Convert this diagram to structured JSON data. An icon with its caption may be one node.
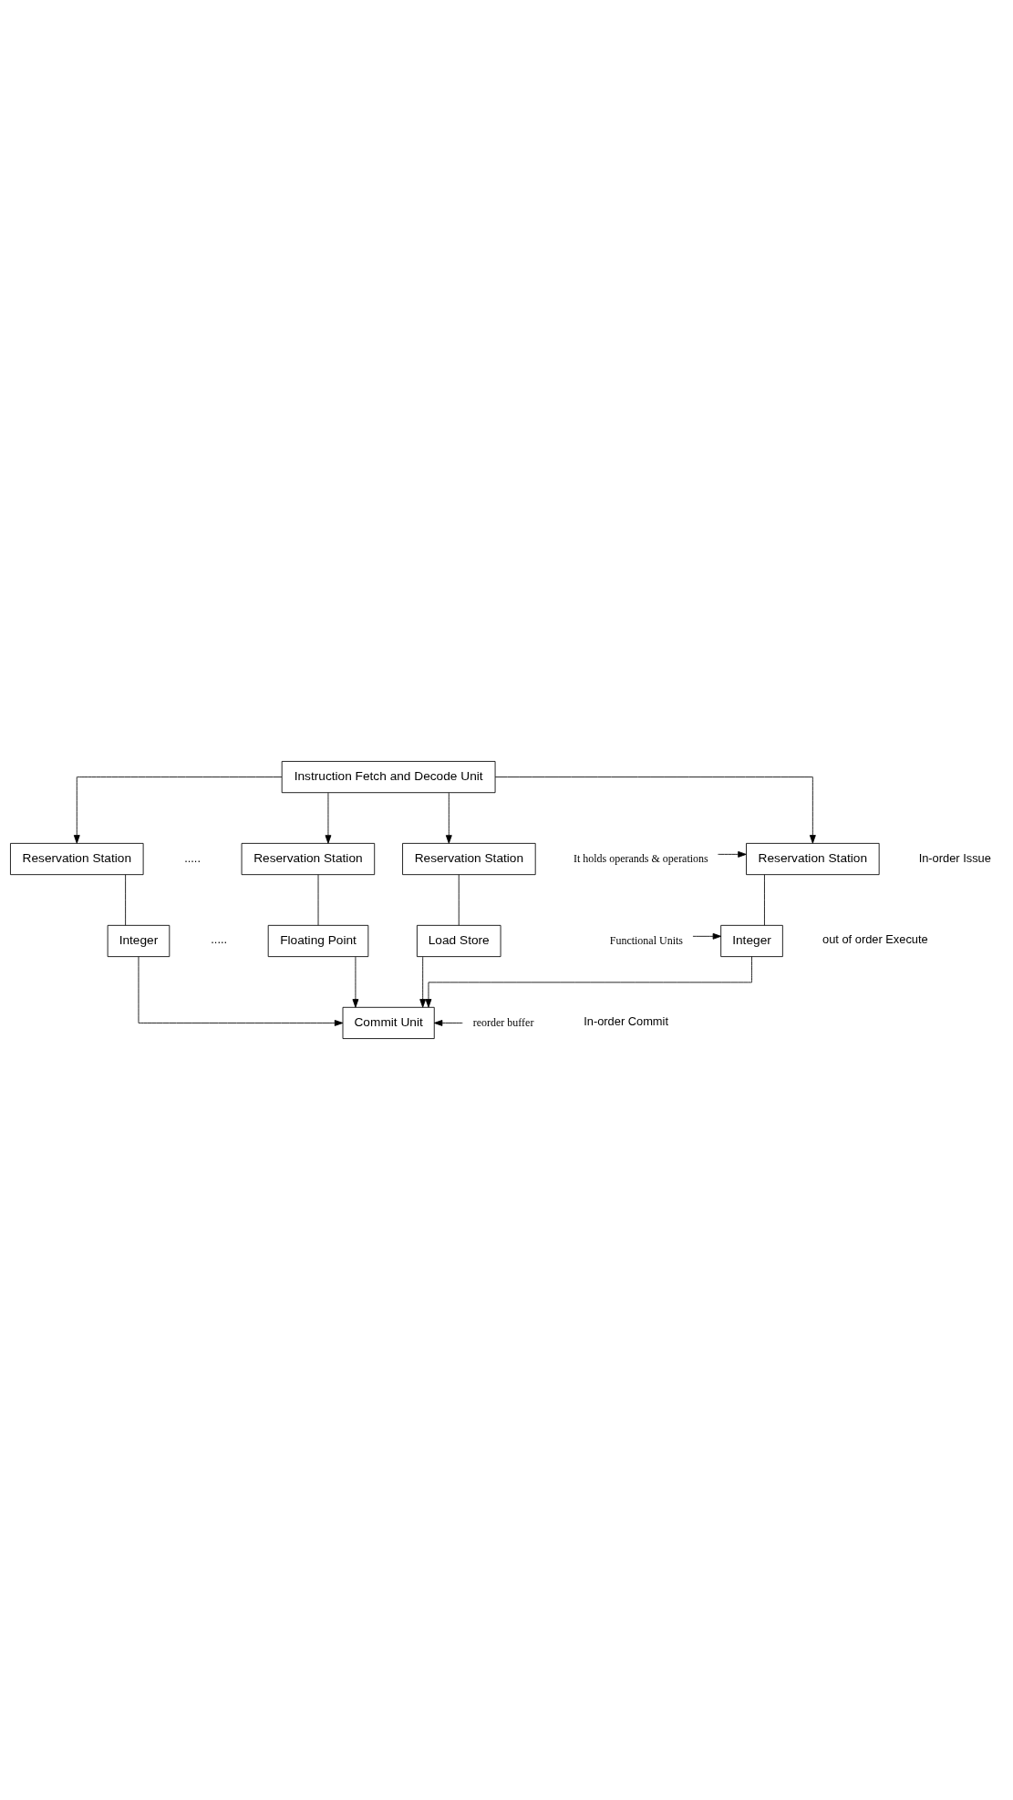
{
  "diagram": {
    "nodes": [
      {
        "text": [
          "Instruction Fetch and Decode Unit"
        ]
      },
      {
        "text": [
          "Reservation Station"
        ]
      },
      {
        "text": [
          "Reservation Station"
        ]
      },
      {
        "text": [
          "Reservation Station"
        ]
      },
      {
        "text": [
          "Reservation Station"
        ]
      },
      {
        "text": [
          "Integer"
        ]
      },
      {
        "text": [
          "Integer"
        ]
      },
      {
        "text": [
          "Floating Point"
        ]
      },
      {
        "text": [
          "Load Store"
        ]
      },
      {
        "text": [
          "Commit Unit"
        ]
      },
      {
        "text": [
          "It holds operands & operations"
        ]
      },
      {
        "text": [
          "Functional Units"
        ]
      },
      {
        "text": [
          "reorder buffer"
        ]
      }
    ],
    "edges": [
      {
        "from": 0,
        "to": 1,
        "arrow": "to"
      },
      {
        "from": 0,
        "to": 2,
        "arrow": "to"
      },
      {
        "from": 0,
        "to": 3,
        "arrow": "to"
      },
      {
        "from": 0,
        "to": 4,
        "arrow": "to"
      },
      {
        "from": 1,
        "to": 5,
        "arrow": "none"
      },
      {
        "from": 2,
        "to": 6,
        "arrow": "none"
      },
      {
        "from": 3,
        "to": 7,
        "arrow": "none"
      },
      {
        "from": 4,
        "to": 8,
        "arrow": "none"
      },
      {
        "from": 5,
        "to": 9,
        "arrow": "to"
      },
      {
        "from": 6,
        "to": 9,
        "arrow": "to"
      },
      {
        "from": 7,
        "to": 9,
        "arrow": "to"
      },
      {
        "from": 8,
        "to": 9,
        "arrow": "to"
      },
      {
        "from": 10,
        "to": 1,
        "arrow": "to"
      },
      {
        "from": 11,
        "to": 5,
        "arrow": "to"
      },
      {
        "from": 12,
        "to": 9,
        "arrow": "to"
      }
    ],
    "labels": [
      "In-order Issue",
      "out of order Execute",
      "In-order Commit",
      ".....",
      "....."
    ]
  }
}
